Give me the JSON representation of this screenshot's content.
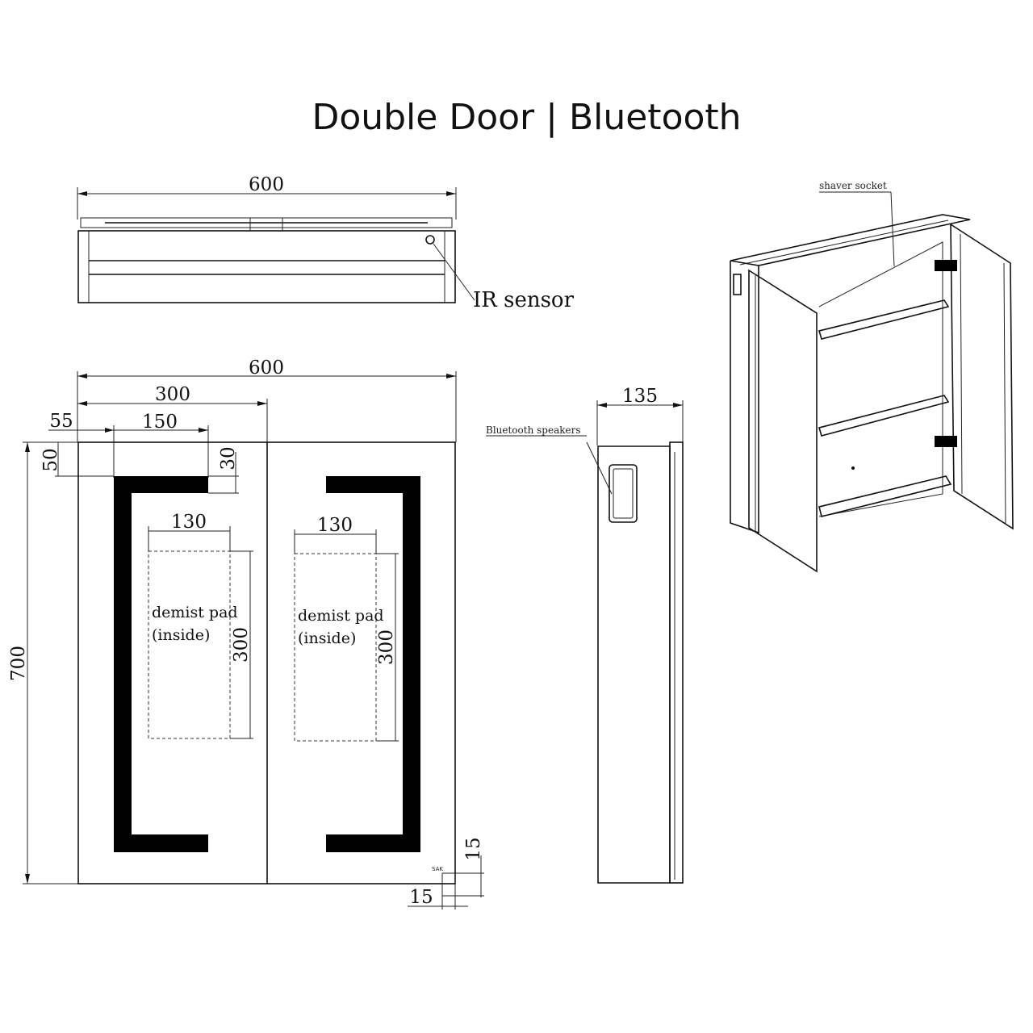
{
  "title": "Double Door | Bluetooth",
  "top_view": {
    "width_label": "600",
    "ir_sensor_label": "IR sensor"
  },
  "front_view": {
    "overall_width_label": "600",
    "door_width_label": "300",
    "led_offset_label": "55",
    "led_top_length_label": "150",
    "top_margin_label": "50",
    "led_thickness_label": "30",
    "height_label": "700",
    "left_pad_width_label": "130",
    "right_pad_width_label": "130",
    "left_pad_height_label": "300",
    "right_pad_height_label": "300",
    "left_pad_text_1": "demist pad",
    "left_pad_text_2": "(inside)",
    "right_pad_text_1": "demist pad",
    "right_pad_text_2": "(inside)",
    "gap_vertical_label": "15",
    "gap_horizontal_label": "15",
    "detail_marker": "SAK"
  },
  "side_view": {
    "depth_label": "135",
    "bluetooth_label": "Bluetooth speakers"
  },
  "iso_view": {
    "shaver_label": "shaver socket"
  }
}
